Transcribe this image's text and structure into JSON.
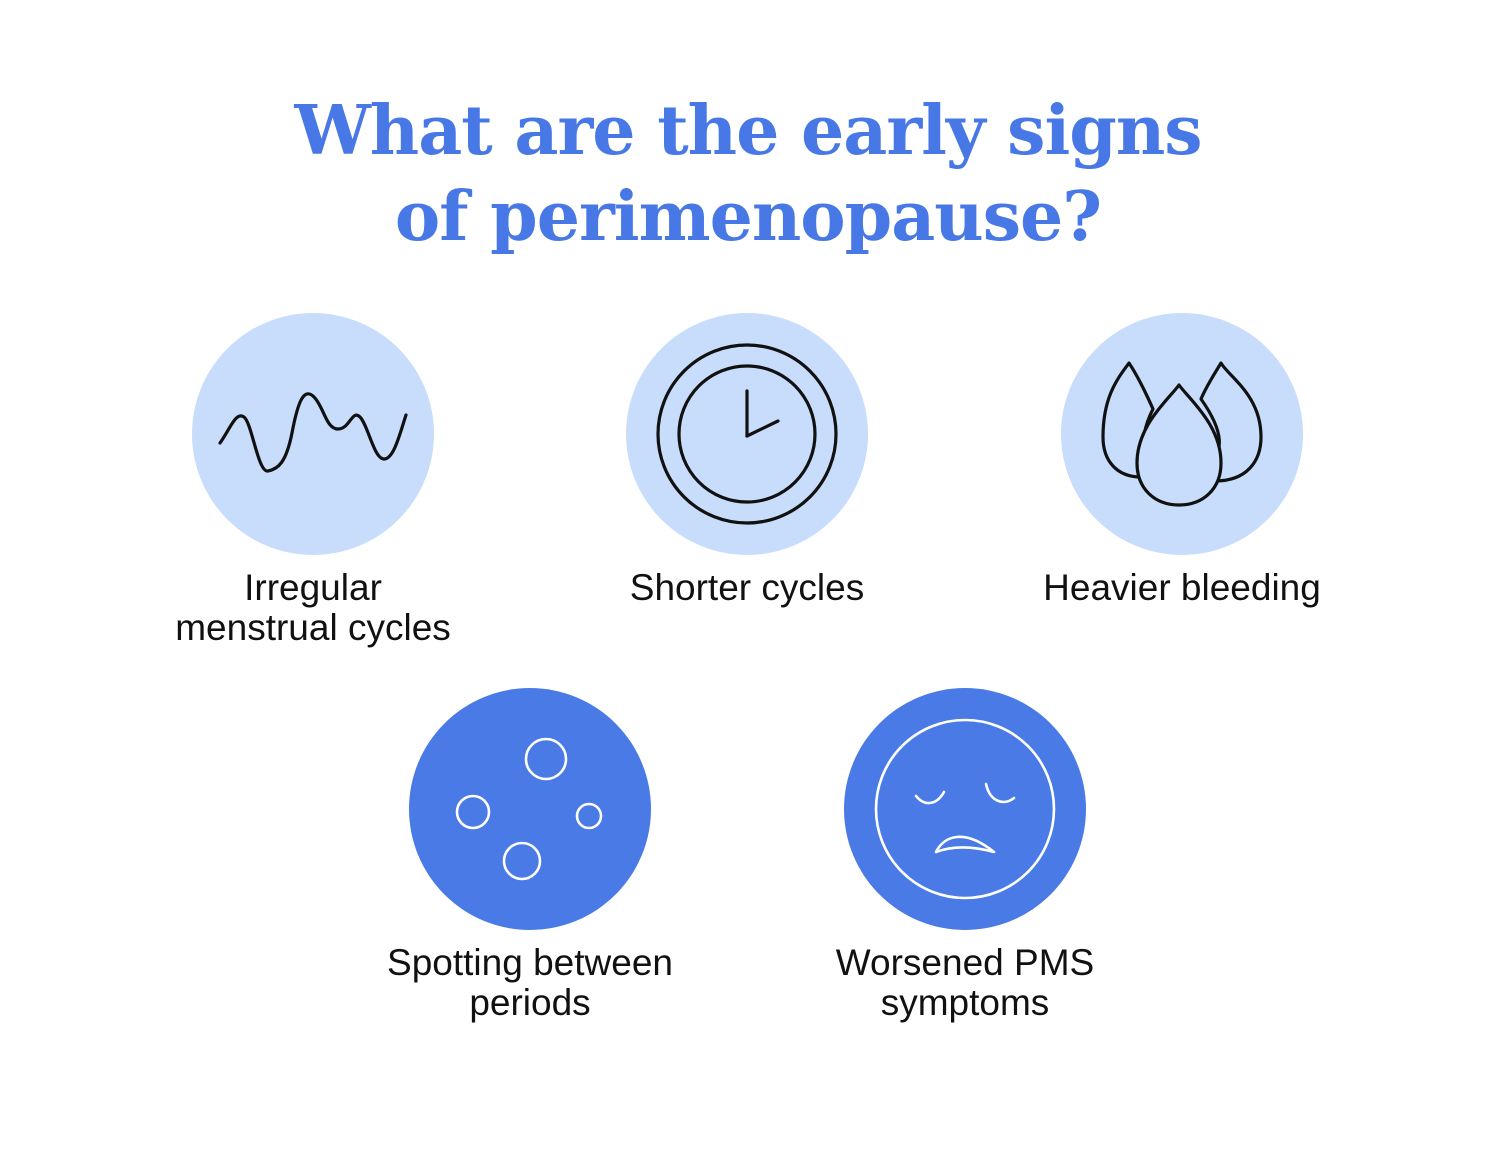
{
  "title": {
    "line1": "What are the early signs",
    "line2": "of perimenopause?"
  },
  "colors": {
    "title": "#4878e6",
    "light_circle": "#c8dcfc",
    "dark_circle": "#497ae6",
    "icon_dark": "#111111",
    "icon_light": "#ffffff"
  },
  "signs": [
    {
      "icon": "wave-icon",
      "line1": "Irregular",
      "line2": "menstrual cycles"
    },
    {
      "icon": "clock-icon",
      "line1": "Shorter cycles",
      "line2": ""
    },
    {
      "icon": "drops-icon",
      "line1": "Heavier bleeding",
      "line2": ""
    },
    {
      "icon": "spots-icon",
      "line1": "Spotting between",
      "line2": "periods"
    },
    {
      "icon": "sad-face-icon",
      "line1": "Worsened PMS",
      "line2": "symptoms"
    }
  ]
}
